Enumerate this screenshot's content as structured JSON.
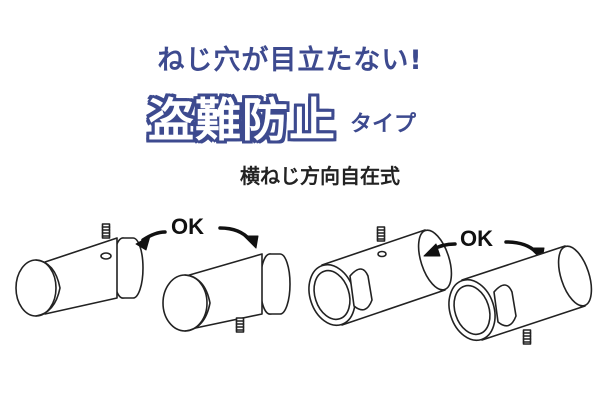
{
  "headline": "ねじ穴が目立たない!",
  "title": {
    "main": "盗難防止",
    "suffix": "タイプ"
  },
  "spec": "横ねじ方向自在式",
  "ok_labels": [
    "OK",
    "OK"
  ],
  "colors": {
    "accent": "#3d4a8f",
    "line": "#222222"
  },
  "icons": [
    "curved-arrow-icon",
    "screw-icon"
  ]
}
